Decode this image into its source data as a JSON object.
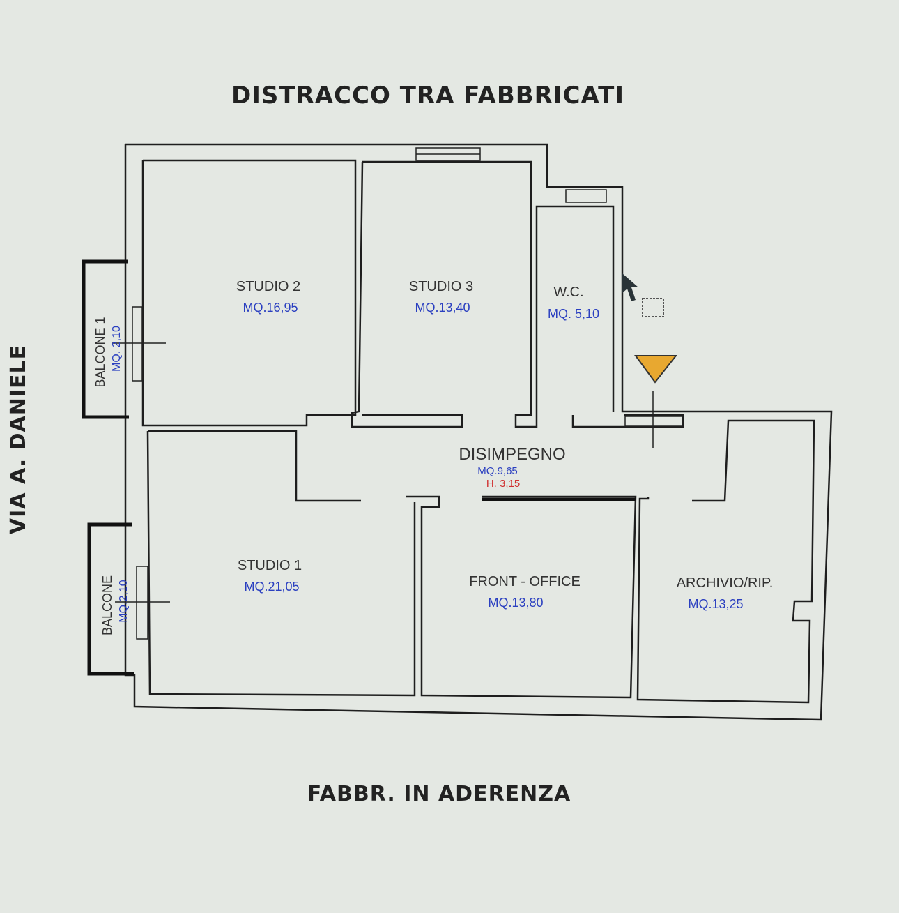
{
  "labels": {
    "top": "DISTRACCO TRA FABBRICATI",
    "bottom": "FABBR. IN ADERENZA",
    "left": "VIA A. DANIELE"
  },
  "rooms": {
    "studio2": {
      "name": "STUDIO 2",
      "area": "MQ.16,95"
    },
    "studio3": {
      "name": "STUDIO 3",
      "area": "MQ.13,40"
    },
    "wc": {
      "name": "W.C.",
      "area": "MQ. 5,10"
    },
    "disimpegno": {
      "name": "DISIMPEGNO",
      "area": "MQ.9,65",
      "height": "H. 3,15"
    },
    "studio1": {
      "name": "STUDIO 1",
      "area": "MQ.21,05"
    },
    "front_office": {
      "name": "FRONT - OFFICE",
      "area": "MQ.13,80"
    },
    "archivio": {
      "name": "ARCHIVIO/RIP.",
      "area": "MQ.13,25"
    },
    "balcone1": {
      "name": "BALCONE 1",
      "area": "MQ. 2,10"
    },
    "balcone": {
      "name": "BALCONE",
      "area": "MQ.2,10"
    }
  },
  "colors": {
    "marker": "#e8a830",
    "area_text": "#2a3fc0",
    "height_text": "#d03030"
  }
}
